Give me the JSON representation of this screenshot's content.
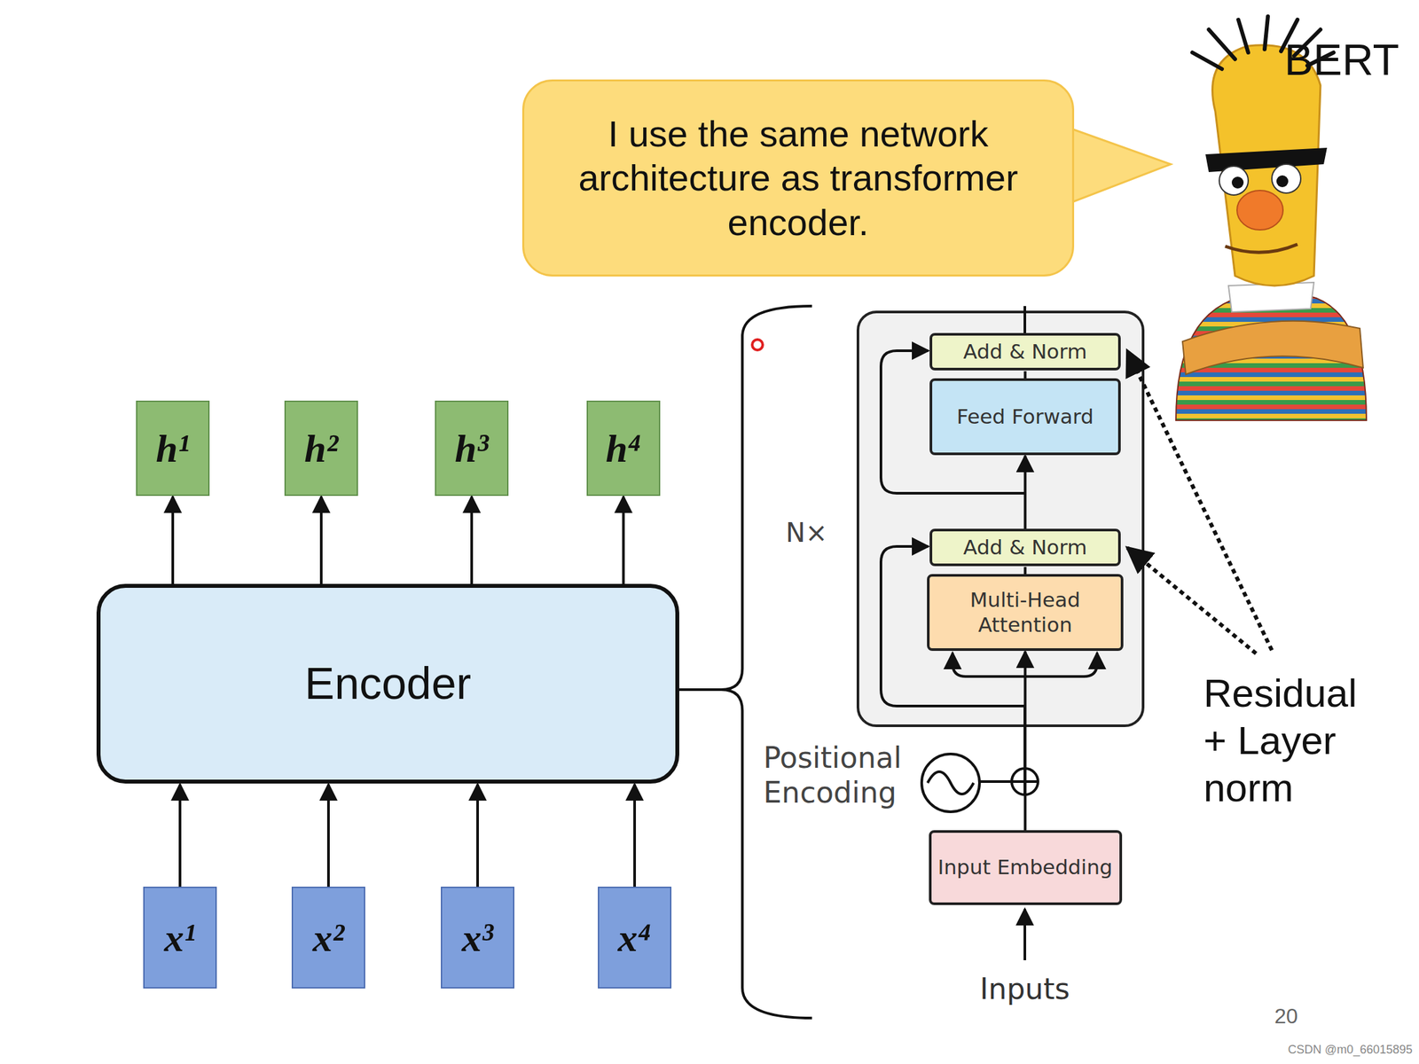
{
  "diagram": {
    "nodes": [
      {
        "text": [
          "I use the same network architecture as transformer encoder."
        ]
      },
      {
        "text": [
          "h¹"
        ]
      },
      {
        "text": [
          "h²"
        ]
      },
      {
        "text": [
          "h³"
        ]
      },
      {
        "text": [
          "h⁴"
        ]
      },
      {
        "text": [
          "Encoder"
        ]
      },
      {
        "text": [
          "x¹"
        ]
      },
      {
        "text": [
          "x²"
        ]
      },
      {
        "text": [
          "x³"
        ]
      },
      {
        "text": [
          "x⁴"
        ]
      },
      {
        "text": [
          "Add & Norm"
        ]
      },
      {
        "text": [
          "Feed Forward"
        ]
      },
      {
        "text": [
          "Add & Norm"
        ]
      },
      {
        "text": [
          "Multi-Head Attention"
        ]
      },
      {
        "text": [
          "Input Embedding"
        ]
      }
    ],
    "edges": [
      {
        "from": 6,
        "to": 5,
        "arrow": "to"
      },
      {
        "from": 7,
        "to": 5,
        "arrow": "to"
      },
      {
        "from": 8,
        "to": 5,
        "arrow": "to"
      },
      {
        "from": 9,
        "to": 5,
        "arrow": "to"
      },
      {
        "from": 5,
        "to": 1,
        "arrow": "to"
      },
      {
        "from": 5,
        "to": 2,
        "arrow": "to"
      },
      {
        "from": 5,
        "to": 3,
        "arrow": "to"
      },
      {
        "from": 5,
        "to": 4,
        "arrow": "to"
      },
      {
        "from": 14,
        "to": 13,
        "arrow": "to"
      },
      {
        "from": 13,
        "to": 12,
        "arrow": "none"
      },
      {
        "from": 12,
        "to": 11,
        "arrow": "to"
      },
      {
        "from": 11,
        "to": 10,
        "arrow": "none"
      }
    ],
    "labels": [
      "BERT",
      "N×",
      "Positional Encoding",
      "Inputs",
      "Residual + Layer norm",
      "20",
      "CSDN @m0_66015895"
    ]
  }
}
